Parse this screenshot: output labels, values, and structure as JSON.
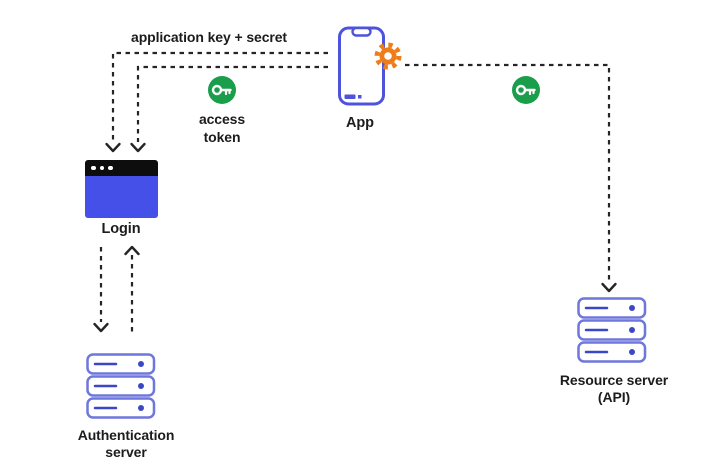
{
  "diagram": {
    "type": "oauth-flow-diagram",
    "labels": {
      "app_key_secret": "application key + secret",
      "access_token": "access token",
      "app": "App",
      "login": "Login",
      "auth_server": "Authentication server",
      "resource_server": "Resource server (API)"
    },
    "nodes": [
      {
        "id": "app",
        "label": "App",
        "icon": "smartphone-with-gear-icon"
      },
      {
        "id": "login",
        "label": "Login",
        "icon": "browser-window-icon"
      },
      {
        "id": "auth-server",
        "label": "Authentication server",
        "icon": "server-stack-icon"
      },
      {
        "id": "resource-server",
        "label": "Resource server (API)",
        "icon": "server-stack-icon"
      },
      {
        "id": "access-token",
        "label": "access token",
        "icon": "key-badge-icon"
      }
    ],
    "connectors": [
      {
        "from": "app",
        "to": "login",
        "label": "application key + secret",
        "style": "dashed",
        "arrow": "down-into-login"
      },
      {
        "from": "app",
        "to": "login",
        "label": "",
        "style": "dashed",
        "arrow": "down-into-login"
      },
      {
        "from": "app",
        "to": "resource-server",
        "label": "",
        "style": "dashed",
        "arrow": "down-into-resource-server",
        "badge": "key-badge-icon"
      },
      {
        "from": "login",
        "to": "auth-server",
        "style": "dashed",
        "arrow": "down"
      },
      {
        "from": "auth-server",
        "to": "login",
        "style": "dashed",
        "arrow": "up"
      }
    ],
    "colors": {
      "bg": "#ffffff",
      "line": "#252525",
      "text": "#1c1c1c",
      "indigo_stroke": "#4d53dd",
      "server_stroke": "#6e77dc",
      "server_detail": "#3c47c5",
      "login_body": "#4450e8",
      "login_bar": "#0d0d0d",
      "key_green": "#1a9e4b",
      "gear_orange": "#ee7d17"
    }
  }
}
